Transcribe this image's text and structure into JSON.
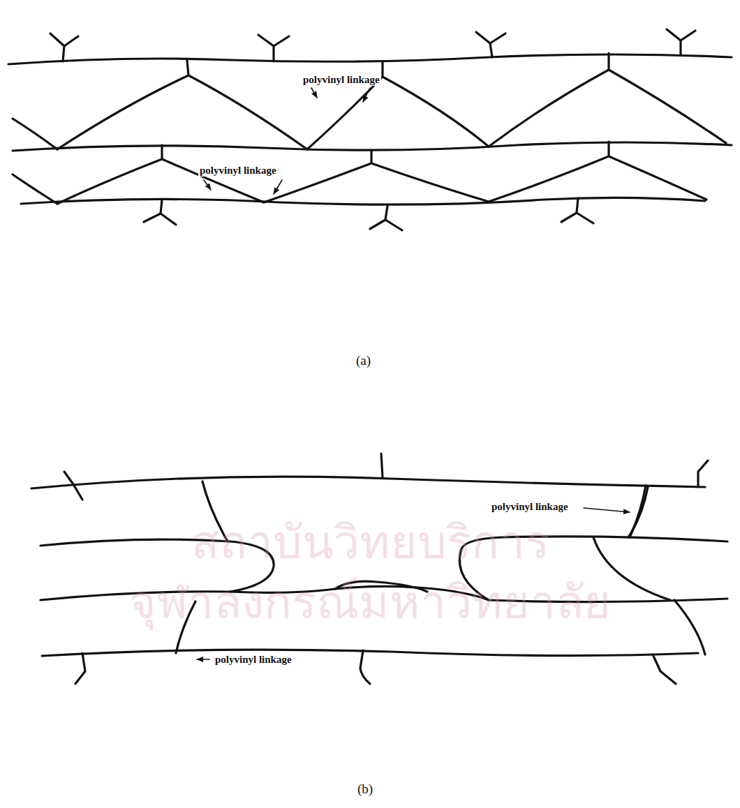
{
  "diagram": {
    "labels": [
      "polyvinyl linkage",
      "polyvinyl linkage",
      "(a)",
      "polyvinyl linkage",
      "polyvinyl linkage",
      "(b)",
      "สถาบันวิทยบริการ",
      "จุฬาลงกรณ์มหาวิทยาลัย"
    ]
  }
}
